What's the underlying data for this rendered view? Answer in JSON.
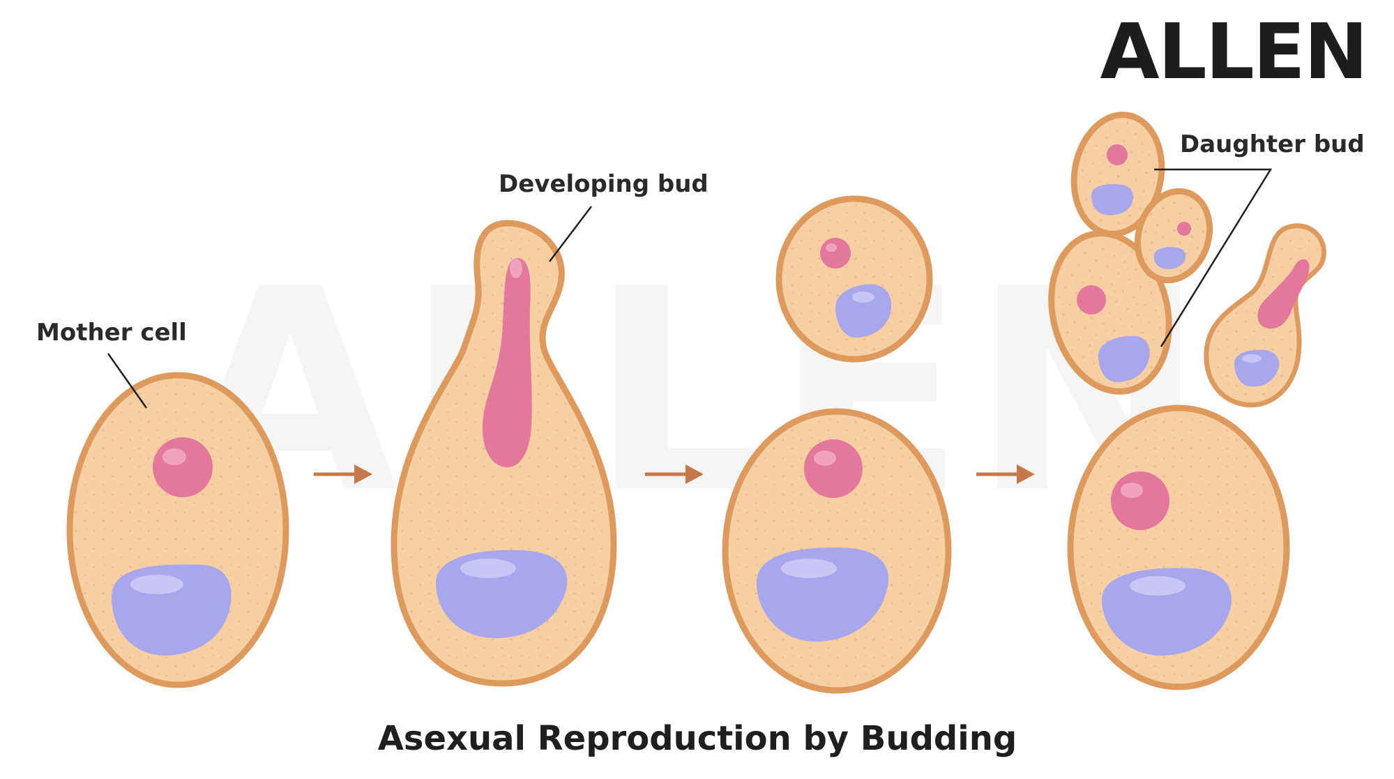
{
  "logo": {
    "text": "ALLEN"
  },
  "watermark": {
    "text": "ALLEN"
  },
  "labels": {
    "mother_cell": "Mother cell",
    "developing_bud": "Developing bud",
    "daughter_bud": "Daughter bud"
  },
  "caption": "Asexual Reproduction by Budding",
  "colors": {
    "cell_fill": "#f6cfa2",
    "cell_wall": "#de9a5d",
    "nucleus": "#e3779c",
    "vacuole": "#a8a6ec",
    "arrow": "#c7784a"
  }
}
